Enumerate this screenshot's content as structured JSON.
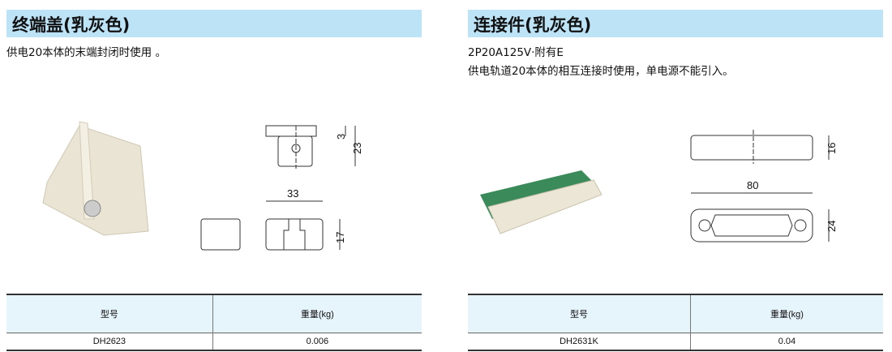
{
  "left": {
    "title": "终端盖(乳灰色)",
    "desc": [
      "供电20本体的末端封闭时使用 。"
    ],
    "dims": [
      "3",
      "23",
      "33",
      "17"
    ],
    "table": {
      "headers": [
        "型号",
        "重量(kg)"
      ],
      "rows": [
        [
          "DH2623",
          "0.006"
        ]
      ]
    }
  },
  "right": {
    "title": "连接件(乳灰色)",
    "desc": [
      "2P20A125V·附有E",
      "供电轨道20本体的相互连接时使用，单电源不能引入。"
    ],
    "dims": [
      "16",
      "80",
      "24"
    ],
    "table": {
      "headers": [
        "型号",
        "重量(kg)"
      ],
      "rows": [
        [
          "DH2631K",
          "0.04"
        ]
      ]
    }
  }
}
